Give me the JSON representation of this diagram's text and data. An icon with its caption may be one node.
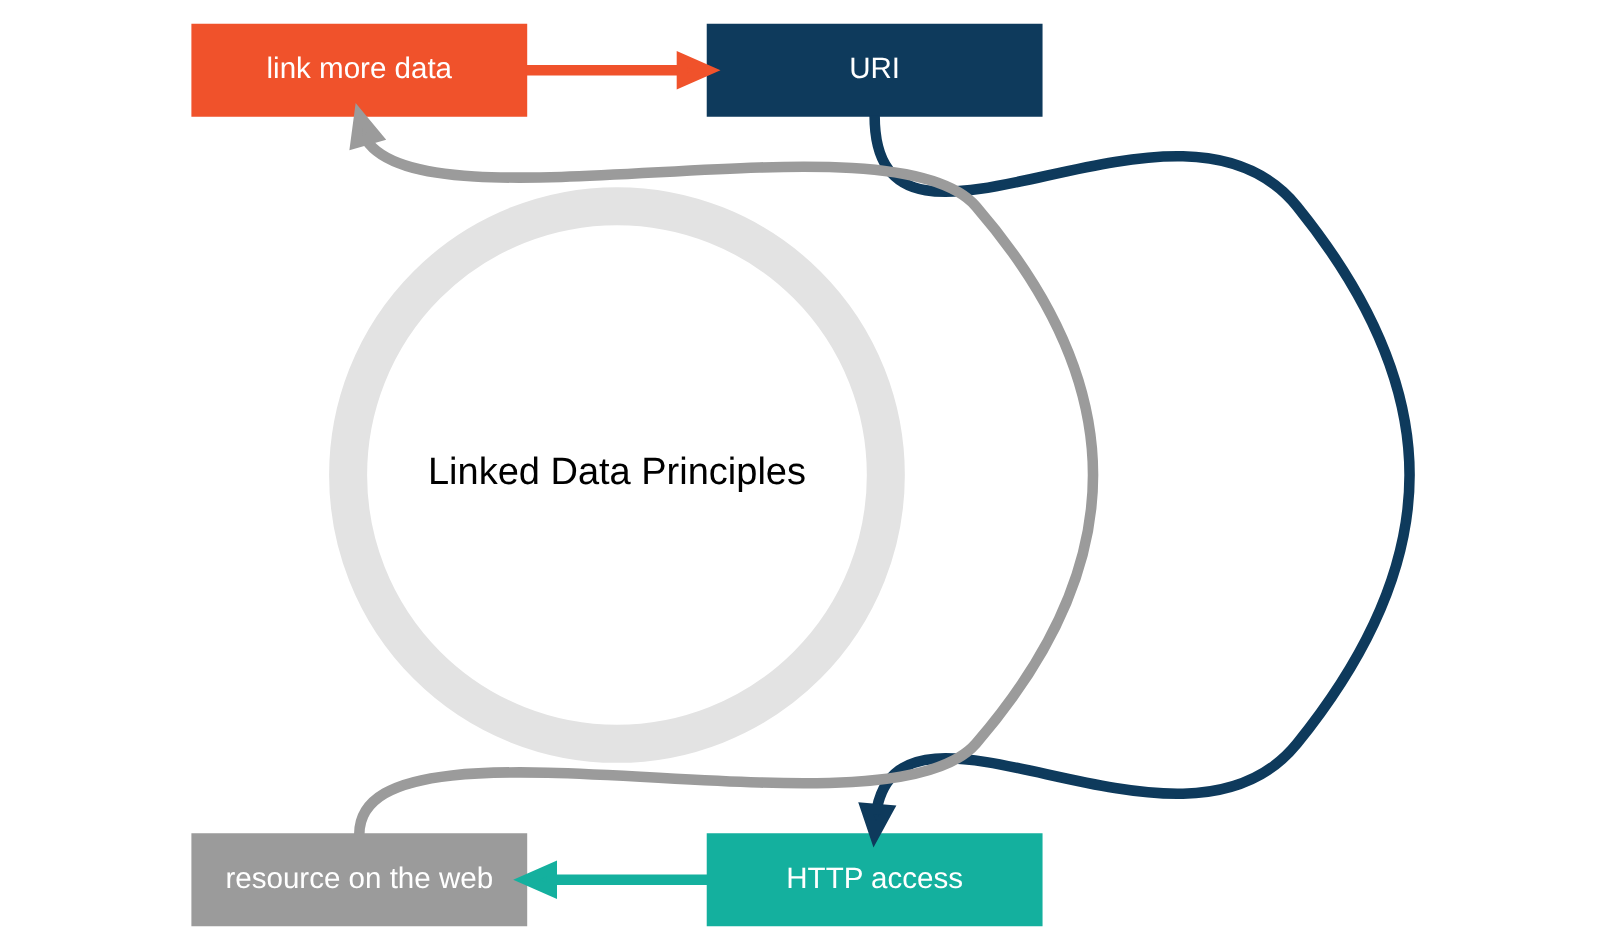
{
  "diagram": {
    "nodes": [
      {
        "text": [
          "link more data"
        ]
      },
      {
        "text": [
          "URI"
        ]
      },
      {
        "text": [
          "Linked Data Principles"
        ]
      },
      {
        "text": [
          "resource on the web"
        ]
      },
      {
        "text": [
          "HTTP access"
        ]
      }
    ],
    "edges": [
      {
        "from": 0,
        "to": 1,
        "arrow": "to",
        "color": "#f0522b"
      },
      {
        "from": 1,
        "to": 4,
        "arrow": "to",
        "color": "#0e3a5c"
      },
      {
        "from": 4,
        "to": 3,
        "arrow": "to",
        "color": "#14b09e"
      },
      {
        "from": 3,
        "to": 0,
        "arrow": "to",
        "color": "#9b9b9b"
      }
    ]
  }
}
